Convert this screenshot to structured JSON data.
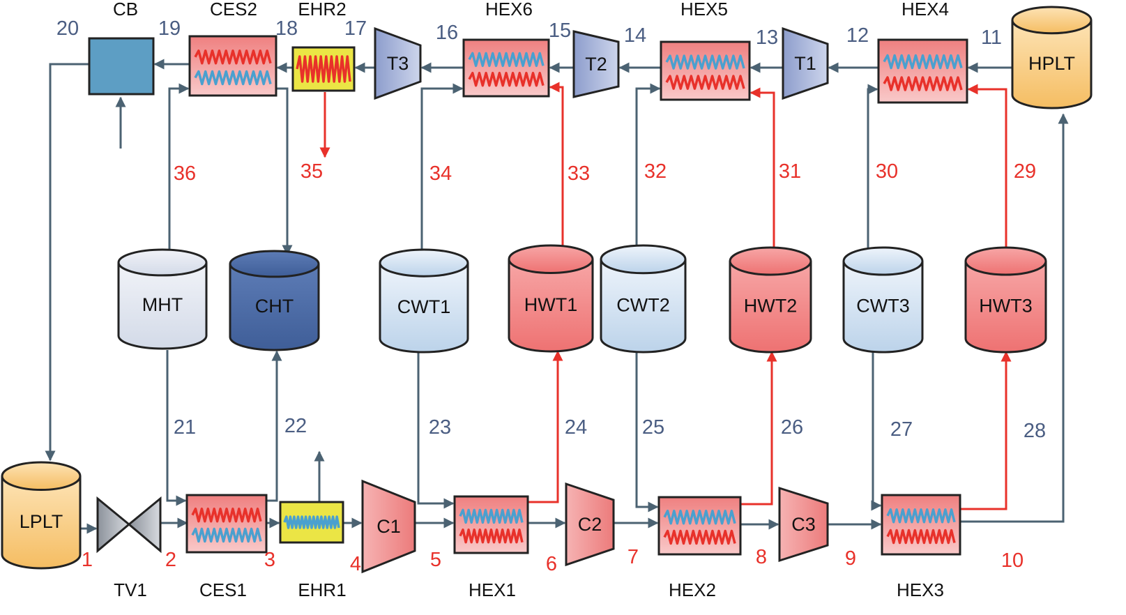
{
  "colors": {
    "line": "#4b6272",
    "hot": "#e8312a",
    "num_blue": "#4a5d82",
    "num_red": "#e8312a",
    "tank_cold": "#d3e2f1",
    "tank_chill": "#4c6ca6",
    "tank_mht": "#dde3ee",
    "tank_hot": "#f17f7f",
    "tank_lp": "#f7c97a",
    "cb": "#5d9ec4",
    "ehr": "#ebe545",
    "hex": "#f3a0a0",
    "turbine": "#a3b0d6",
    "compressor": "#f09090",
    "valve": "#a8adb5"
  },
  "components": {
    "CB": "CB",
    "CES2": "CES2",
    "EHR2": "EHR2",
    "T3": "T3",
    "HEX6": "HEX6",
    "T2": "T2",
    "HEX5": "HEX5",
    "T1": "T1",
    "HEX4": "HEX4",
    "HPLT": "HPLT",
    "MHT": "MHT",
    "CHT": "CHT",
    "CWT1": "CWT1",
    "HWT1": "HWT1",
    "CWT2": "CWT2",
    "HWT2": "HWT2",
    "CWT3": "CWT3",
    "HWT3": "HWT3",
    "LPLT": "LPLT",
    "TV1": "TV1",
    "CES1": "CES1",
    "EHR1": "EHR1",
    "C1": "C1",
    "HEX1": "HEX1",
    "C2": "C2",
    "HEX2": "HEX2",
    "C3": "C3",
    "HEX3": "HEX3"
  },
  "stream_numbers": {
    "blue": [
      "11",
      "12",
      "13",
      "14",
      "15",
      "16",
      "17",
      "18",
      "19",
      "20",
      "21",
      "22",
      "23",
      "25",
      "26",
      "27",
      "28"
    ],
    "red": [
      "1",
      "2",
      "3",
      "4",
      "5",
      "6",
      "7",
      "8",
      "9",
      "10",
      "29",
      "30",
      "31",
      "32",
      "33",
      "34",
      "35",
      "36",
      "24"
    ]
  }
}
